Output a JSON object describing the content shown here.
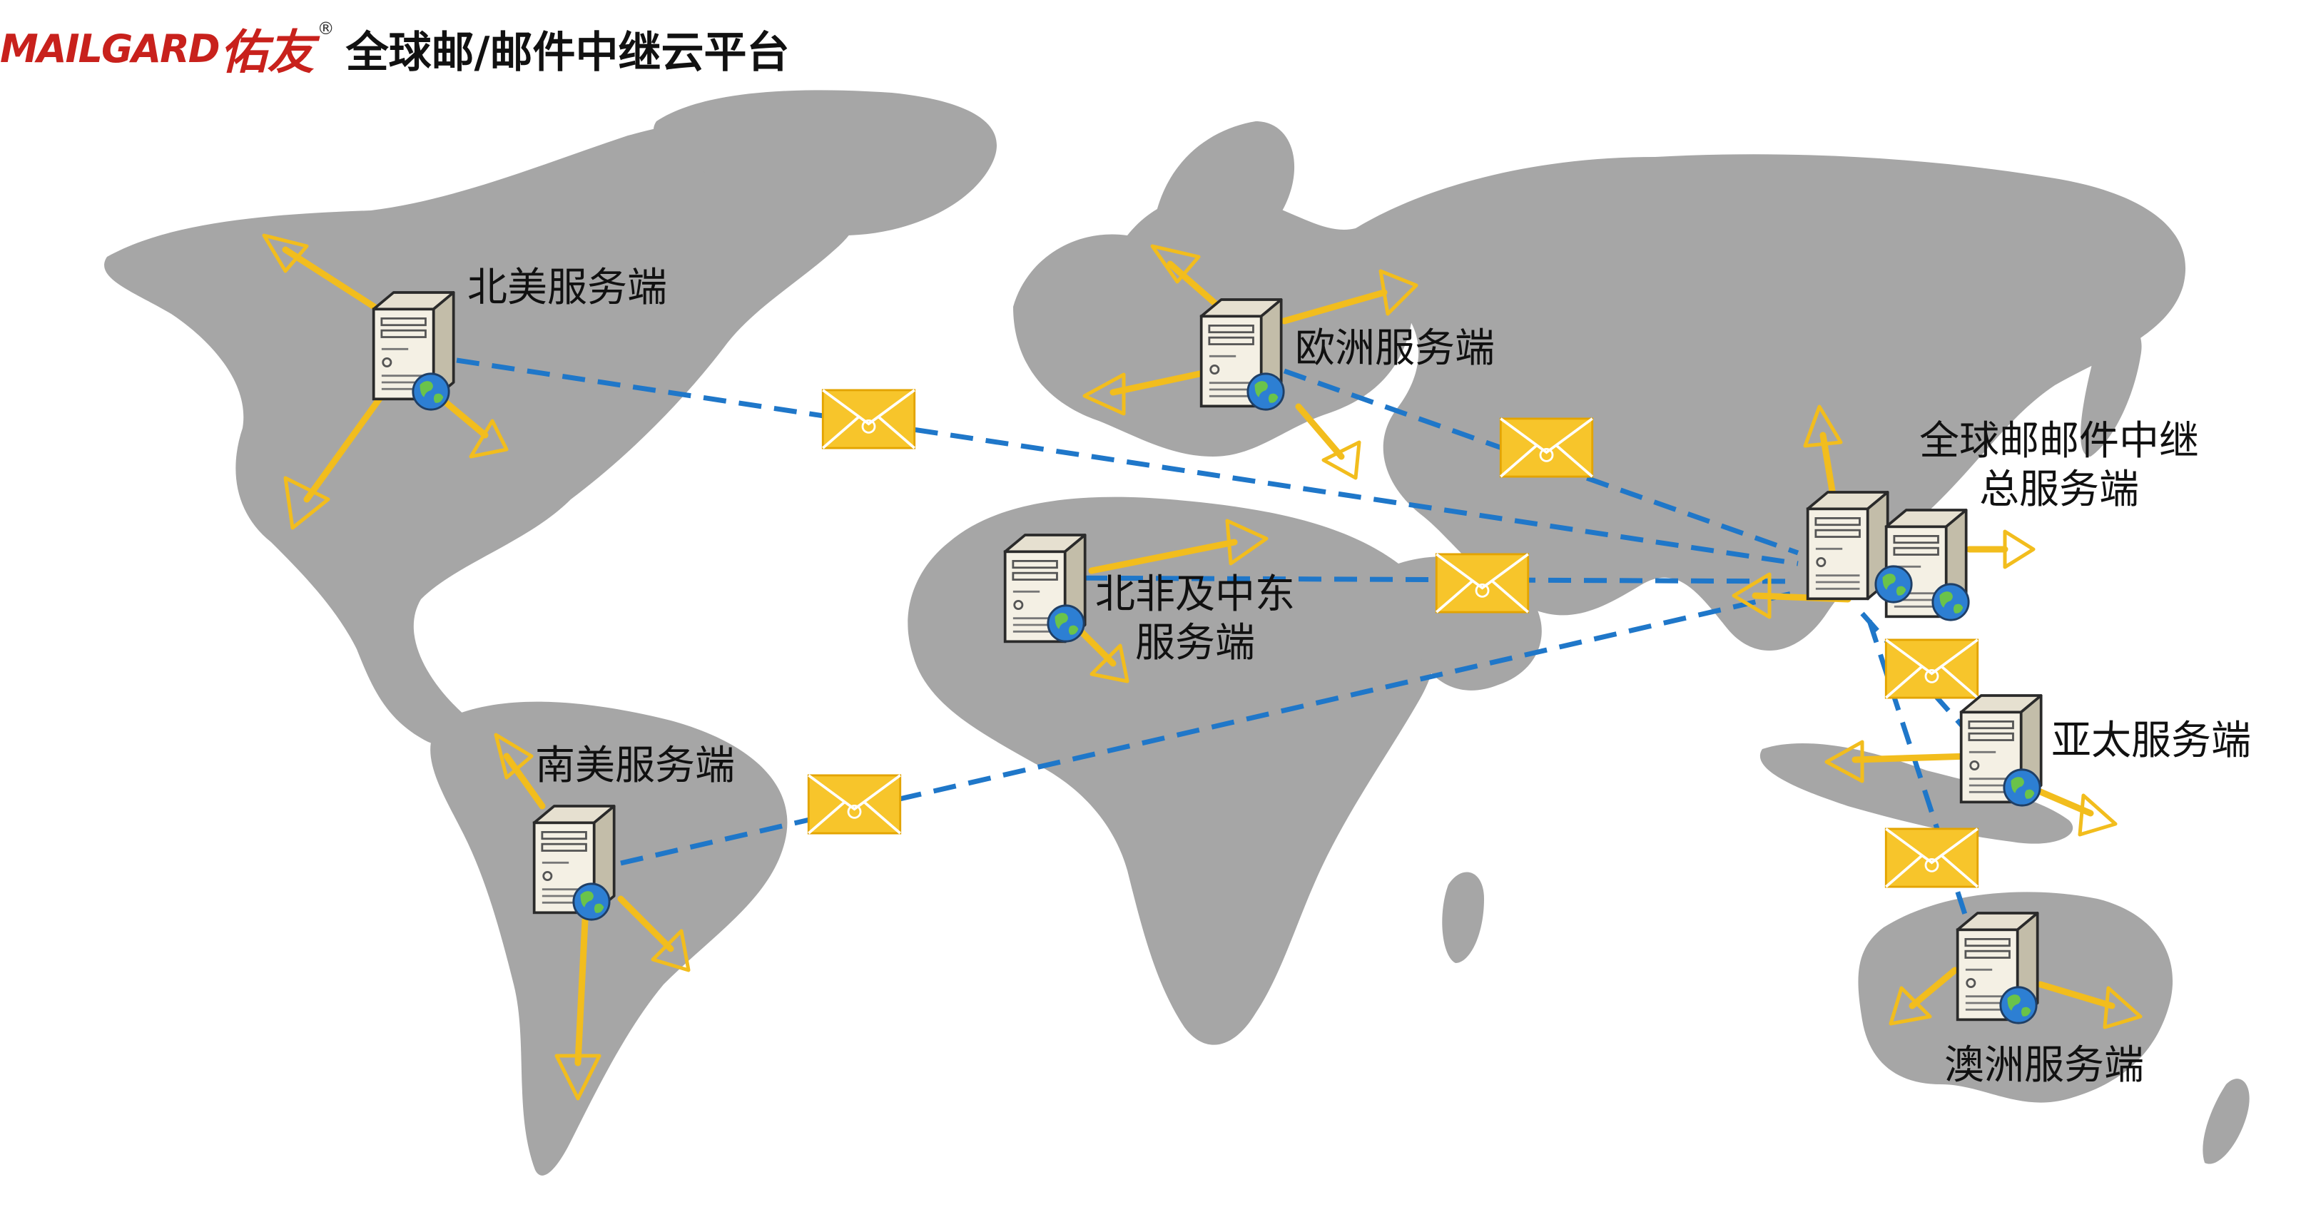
{
  "header": {
    "logo_wordmark": "MAILGARD",
    "logo_cn": "佑友",
    "logo_reg": "®",
    "title": "全球邮/邮件中继云平台"
  },
  "nodes": {
    "north_america": {
      "label": "北美服务端"
    },
    "europe": {
      "label": "欧洲服务端"
    },
    "north_africa": {
      "label_line1": "北非及中东",
      "label_line2": "服务端"
    },
    "south_america": {
      "label": "南美服务端"
    },
    "hq": {
      "label_line1": "全球邮邮件中继",
      "label_line2": "总服务端"
    },
    "asia_pacific": {
      "label": "亚太服务端"
    },
    "australia": {
      "label": "澳洲服务端"
    }
  },
  "colors": {
    "land": "#a6a6a6",
    "link": "#1f77c9",
    "arrow": "#f2bd1d",
    "envelope": "#f7c52b",
    "brand": "#c8211c"
  }
}
